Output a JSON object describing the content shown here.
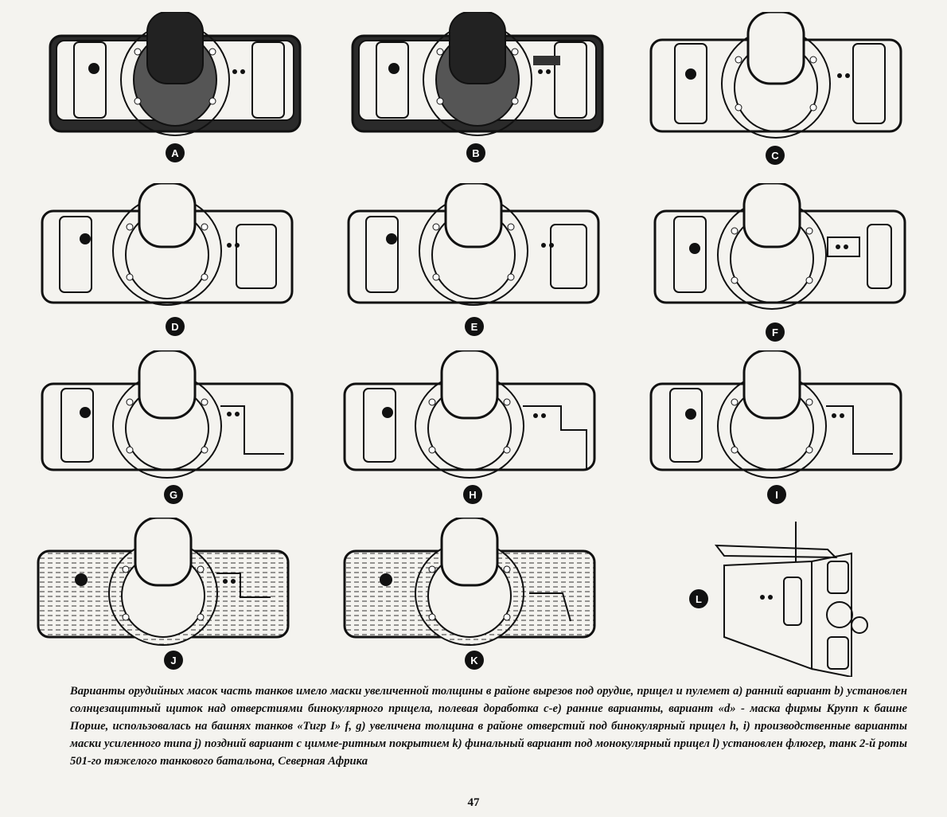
{
  "figure": {
    "labels": {
      "a": "A",
      "b": "B",
      "c": "C",
      "d": "D",
      "e": "E",
      "f": "F",
      "g": "G",
      "h": "H",
      "i": "I",
      "j": "J",
      "k": "K",
      "l": "L"
    }
  },
  "caption": {
    "text": "Варианты орудийных масок   часть танков имело маски увеличенной толщины в районе вырезов под орудие, прицел и пулемет   a) ранний вариант   b) установлен солнцезащитный щиток над отверстиями бинокулярного прицела, полевая доработка  c-e) ранние варианты, вариант «d» - маска фирмы Крупп к башне Порше, использовалась на башнях танков «Тигр I» f, g) увеличена толщина в районе отверстий под бинокулярный прицел  h, i) производственные варианты маски усиленного типа  j) поздний вариант с цимме-ритным покрытием   k) финальный вариант под монокулярный прицел   l) установлен флюгер, танк 2-й роты 501-го тяжелого танкового батальона, Северная Африка"
  },
  "page_number": "47",
  "colors": {
    "ink": "#111111",
    "paper": "#f4f3ef"
  }
}
